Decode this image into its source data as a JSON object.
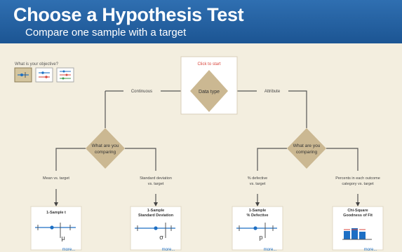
{
  "header": {
    "title": "Choose a Hypothesis Test",
    "subtitle": "Compare one sample with a target"
  },
  "objective": {
    "label": "What is your objective?",
    "icons": [
      "one-sample-icon",
      "two-sample-icon",
      "multi-sample-icon"
    ]
  },
  "start": {
    "label": "Click to start",
    "node": "Data type"
  },
  "branches": {
    "continuous": "Continuous",
    "attribute": "Attribute"
  },
  "decisions": {
    "left": [
      "What are you",
      "comparing"
    ],
    "right": [
      "What are you",
      "comparing"
    ]
  },
  "conditions": {
    "mean": [
      "Mean vs. target"
    ],
    "stdev": [
      "Standard deviation",
      "vs. target"
    ],
    "defective": [
      "% defective",
      "vs. target"
    ],
    "percents": [
      "Percents in each outcome",
      "category vs. target"
    ]
  },
  "tests": [
    {
      "name": [
        "1-Sample t"
      ],
      "symbol": "μ",
      "more": "more..."
    },
    {
      "name": [
        "1-Sample",
        "Standard Deviation"
      ],
      "symbol": "σ",
      "more": "more..."
    },
    {
      "name": [
        "1-Sample",
        "% Defective"
      ],
      "symbol": "p",
      "more": "more..."
    },
    {
      "name": [
        "Chi-Square",
        "Goodness of Fit"
      ],
      "symbol": "",
      "more": "more..."
    }
  ],
  "colors": {
    "header": "#1f5c9c",
    "diamond": "#cbb892",
    "background": "#f3eedf",
    "accent_red": "#d9463c",
    "accent_blue": "#1d6fc4"
  }
}
